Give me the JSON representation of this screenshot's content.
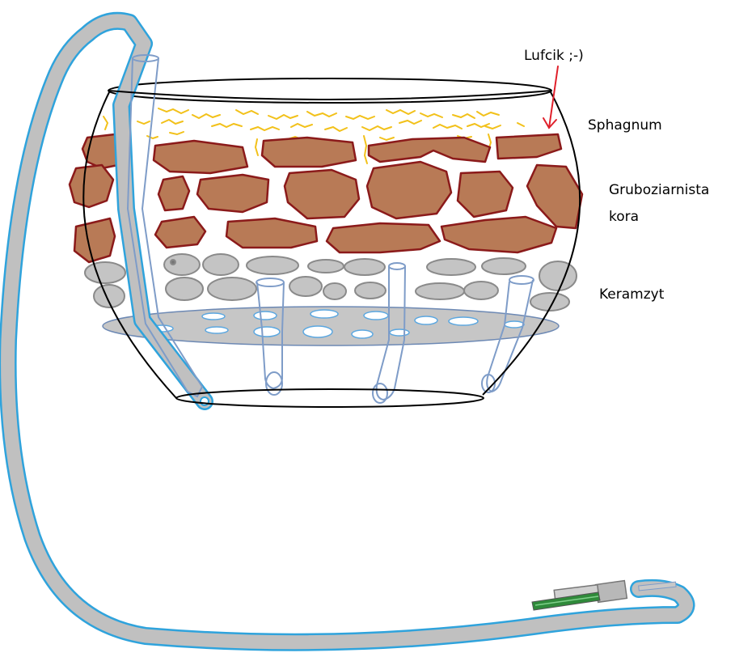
{
  "labels": {
    "lufcik": "Lufcik ;-)",
    "sphagnum": "Sphagnum",
    "kora_line1": "Gruboziarnista",
    "kora_line2": "kora",
    "keramzyt": "Keramzyt"
  },
  "colors": {
    "bark_fill": "#b87a56",
    "bark_outline": "#8b1a1a",
    "moss": "#f2c11a",
    "pebble_fill": "#c4c4c4",
    "pebble_outline": "#8a8a8a",
    "tube_blue": "#2fa3dc",
    "tube_gray": "#c0c0c0",
    "glass_tube": "#7e9cc8",
    "arrow": "#e0202b",
    "syringe_green": "#2f8a3a"
  }
}
